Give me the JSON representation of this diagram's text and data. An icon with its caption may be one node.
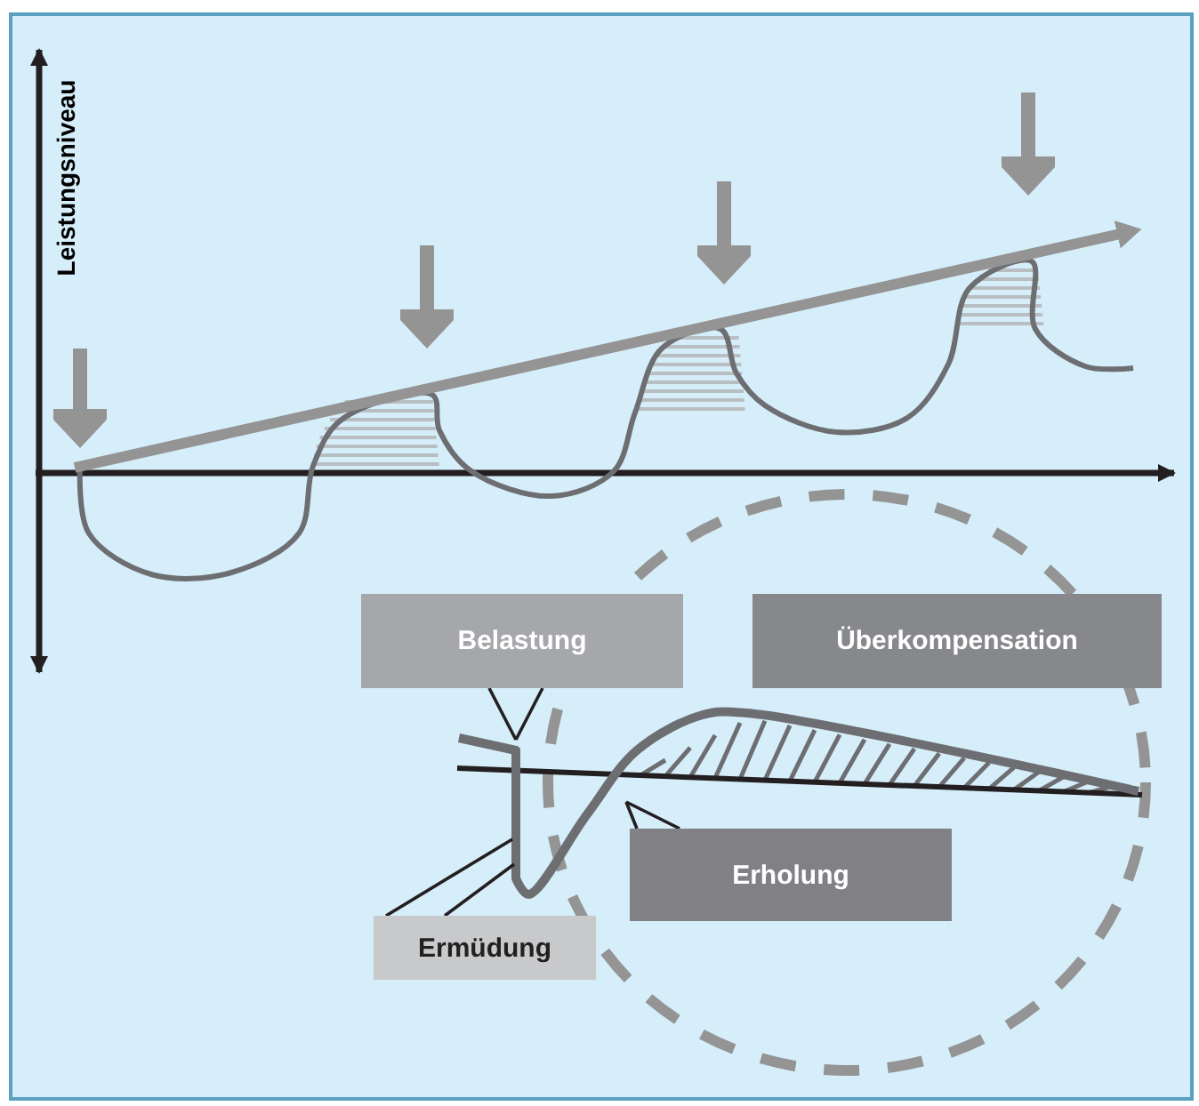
{
  "diagram": {
    "nodes": [
      {
        "text": [
          "Belastung"
        ]
      },
      {
        "text": [
          "Überkompensation"
        ]
      },
      {
        "text": [
          "Erholung"
        ]
      },
      {
        "text": [
          "Ermüdung"
        ]
      },
      {
        "text": [],
        "shape": "curve"
      }
    ],
    "edges": [
      {
        "from": 0,
        "to": 4,
        "arrow": "none"
      },
      {
        "from": 0,
        "to": 4,
        "arrow": "none"
      },
      {
        "from": 2,
        "to": 4,
        "arrow": "none"
      },
      {
        "from": 2,
        "to": 4,
        "arrow": "none"
      },
      {
        "from": 3,
        "to": 4,
        "arrow": "none"
      },
      {
        "from": 3,
        "to": 4,
        "arrow": "none"
      }
    ],
    "labels": [
      "Leistungsniveau"
    ]
  }
}
